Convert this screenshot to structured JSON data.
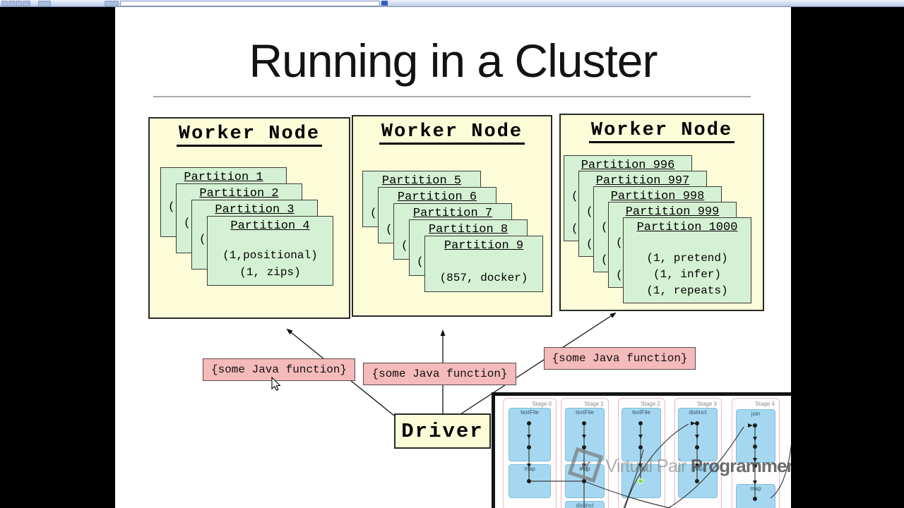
{
  "toolbar": {
    "address_value": ""
  },
  "slide": {
    "title": "Running in a Cluster",
    "worker_nodes": [
      {
        "title": "Worker Node",
        "cards": [
          {
            "title": "Partition 1",
            "lines": [
              "("
            ]
          },
          {
            "title": "Partition 2",
            "lines": [
              "("
            ]
          },
          {
            "title": "Partition 3",
            "lines": [
              "("
            ]
          },
          {
            "title": "Partition 4",
            "lines": [
              "(1,positional)",
              "(1, zips)"
            ]
          }
        ]
      },
      {
        "title": "Worker Node",
        "cards": [
          {
            "title": "Partition 5",
            "lines": [
              "("
            ]
          },
          {
            "title": "Partition 6",
            "lines": [
              "("
            ]
          },
          {
            "title": "Partition 7",
            "lines": [
              "("
            ]
          },
          {
            "title": "Partition 8",
            "lines": [
              "("
            ]
          },
          {
            "title": "Partition 9",
            "lines": [
              "(857, docker)"
            ]
          }
        ]
      },
      {
        "title": "Worker Node",
        "cards": [
          {
            "title": "Partition 996",
            "lines": [
              "(",
              "",
              "("
            ]
          },
          {
            "title": "Partition 997",
            "lines": [
              "(",
              "",
              "("
            ]
          },
          {
            "title": "Partition 998",
            "lines": [
              "(",
              "",
              "("
            ]
          },
          {
            "title": "Partition 999",
            "lines": [
              "(",
              "",
              "("
            ]
          },
          {
            "title": "Partition 1000",
            "lines": [
              "(1, pretend)",
              "(1, infer)",
              "(1, repeats)"
            ]
          }
        ]
      }
    ],
    "function_labels": [
      "{some Java function}",
      "{some Java function}",
      "{some Java function}"
    ],
    "driver_label": "Driver"
  },
  "inset": {
    "stages": [
      {
        "label": "Stage 0",
        "boxes": [
          "textFile",
          "map"
        ]
      },
      {
        "label": "Stage 1",
        "boxes": [
          "textFile",
          "map",
          "distinct"
        ]
      },
      {
        "label": "Stage 2",
        "boxes": [
          "textFile",
          "map"
        ]
      },
      {
        "label": "Stage 3",
        "boxes": [
          "distinct",
          "map"
        ]
      },
      {
        "label": "Stage 4",
        "boxes": [
          "join",
          "map"
        ]
      }
    ],
    "watermark_prefix": "Virtual Pair ",
    "watermark_bold": "Programmers",
    "logo_glyph": "}{"
  },
  "colors": {
    "node_fill": "#fcfcd8",
    "card_fill": "#d5f1d3",
    "function_fill": "#f5baba",
    "driver_fill": "#fcfcd8",
    "stage_border": "#eeb9c2",
    "task_fill": "#a5d8f0",
    "green_dot": "#7ce24e",
    "pillarbox": "#000000"
  }
}
